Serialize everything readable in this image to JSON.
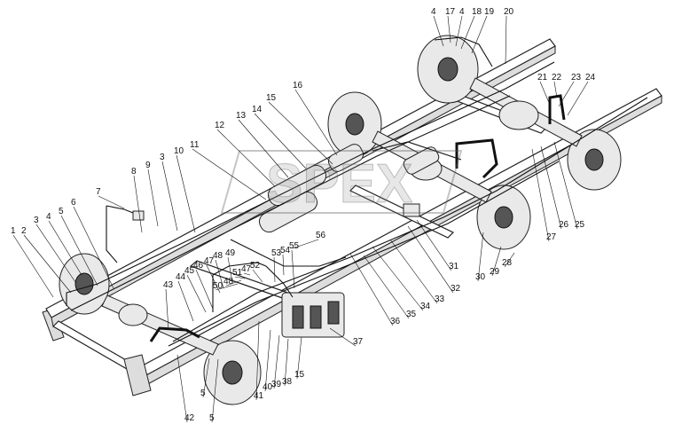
{
  "watermark": {
    "text": "SPEX"
  },
  "callouts": [
    "1",
    "2",
    "3",
    "4",
    "5",
    "6",
    "7",
    "8",
    "9",
    "3",
    "10",
    "11",
    "12",
    "13",
    "14",
    "15",
    "16",
    "4",
    "17",
    "4",
    "18",
    "19",
    "20",
    "21",
    "22",
    "23",
    "24",
    "25",
    "26",
    "27",
    "28",
    "29",
    "30",
    "31",
    "32",
    "33",
    "34",
    "35",
    "36",
    "37",
    "15",
    "38",
    "39",
    "40",
    "41",
    "5",
    "5",
    "42",
    "43",
    "44",
    "45",
    "46",
    "47",
    "48",
    "49",
    "50",
    "48",
    "51",
    "47",
    "52",
    "53",
    "54",
    "55",
    "56"
  ]
}
